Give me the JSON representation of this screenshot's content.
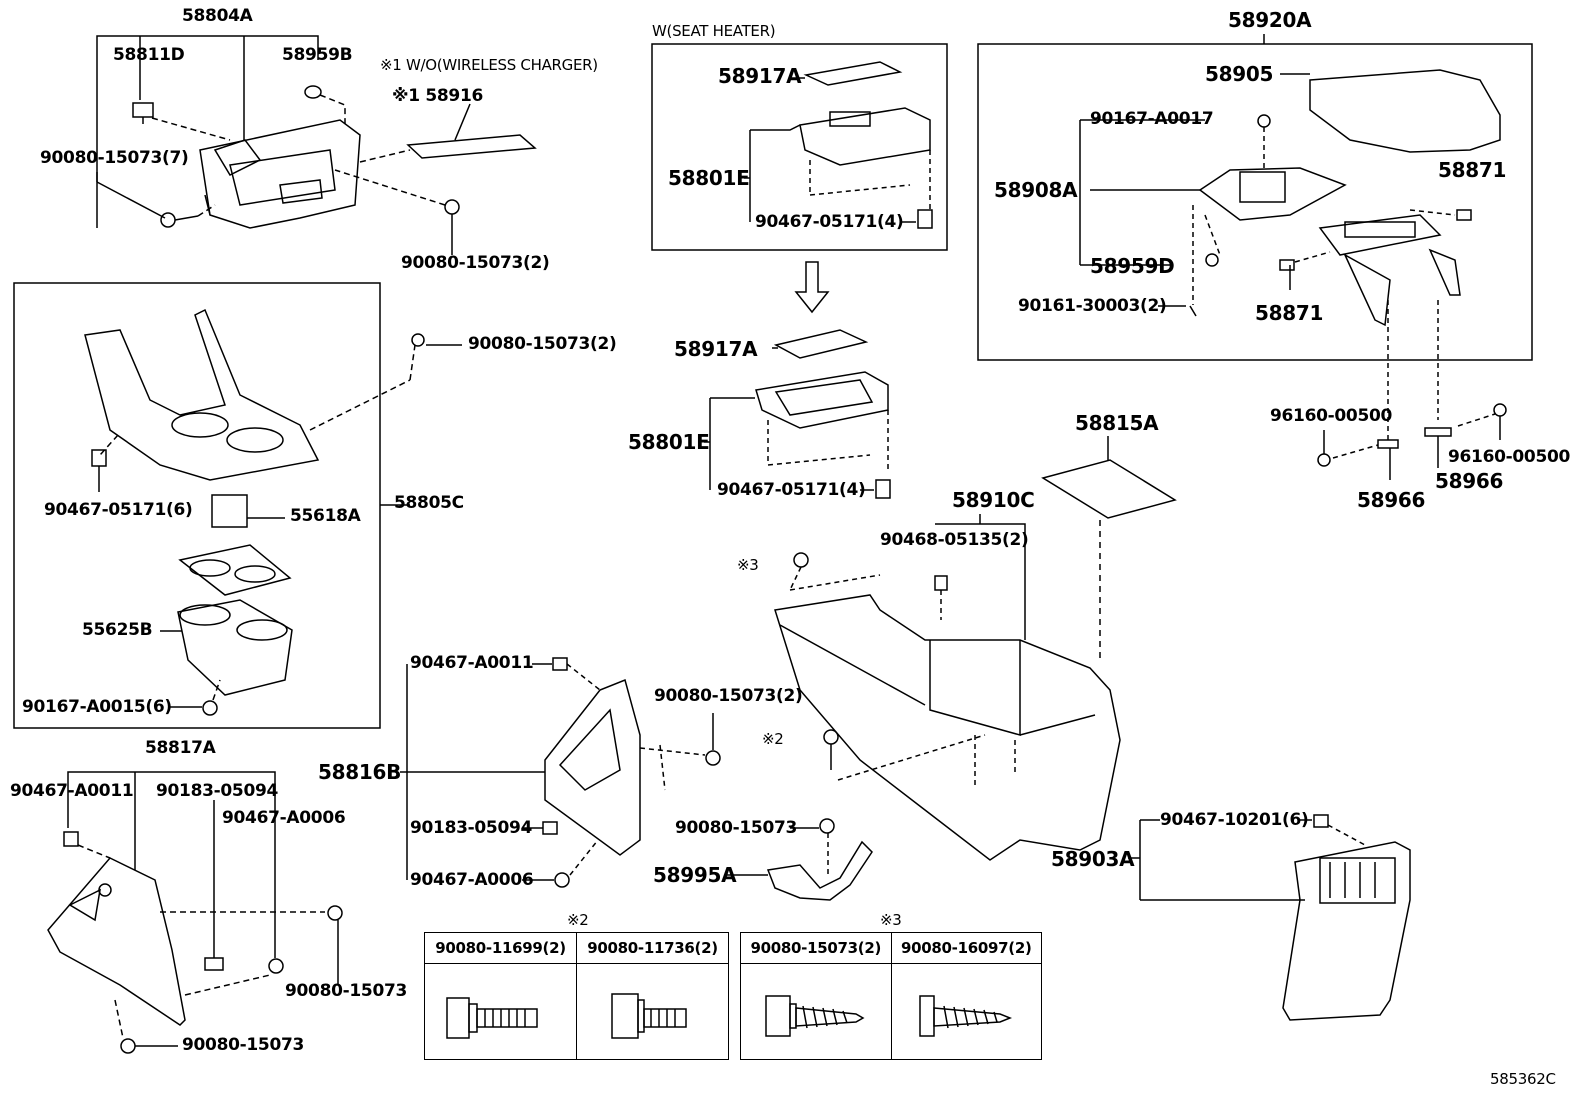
{
  "figure_code": "585362C",
  "groups": {
    "seat_heater_title": "W(SEAT HEATER)",
    "wireless_note": "※1 W/O(WIRELESS CHARGER)",
    "note1_part": "※1 58916",
    "note2_title": "※2",
    "note3_title": "※3",
    "note3_marker": "※3",
    "note2_marker": "※2"
  },
  "parts": {
    "p58804A": "58804A",
    "p58811D": "58811D",
    "p58959B": "58959B",
    "p90080_15073_7": "90080-15073(7)",
    "p90080_15073_2a": "90080-15073(2)",
    "p90080_15073_2b": "90080-15073(2)",
    "p90467_05171_6": "90467-05171(6)",
    "p55618A": "55618A",
    "p58805C": "58805C",
    "p55625B": "55625B",
    "p90167_A0015_6": "90167-A0015(6)",
    "p58817A": "58817A",
    "p90467_A0011_a": "90467-A0011",
    "p90183_05094_a": "90183-05094",
    "p90467_A0006_a": "90467-A0006",
    "p90080_15073_a": "90080-15073",
    "p90080_15073_b": "90080-15073",
    "p58917A_a": "58917A",
    "p58801E_a": "58801E",
    "p90467_05171_4a": "90467-05171(4)",
    "p58917A_b": "58917A",
    "p58801E_b": "58801E",
    "p90467_05171_4b": "90467-05171(4)",
    "p90467_A0011_b": "90467-A0011",
    "p90080_15073_2c": "90080-15073(2)",
    "p58816B": "58816B",
    "p90183_05094_b": "90183-05094",
    "p90467_A0006_b": "90467-A0006",
    "p90080_15073_c": "90080-15073",
    "p58995A": "58995A",
    "p58815A": "58815A",
    "p58910C": "58910C",
    "p90468_05135_2": "90468-05135(2)",
    "p58903A": "58903A",
    "p90467_10201_6": "90467-10201(6)",
    "p58920A": "58920A",
    "p58905": "58905",
    "p90167_A0017": "90167-A0017",
    "p58908A": "58908A",
    "p58871_a": "58871",
    "p58959D": "58959D",
    "p90161_30003_2": "90161-30003(2)",
    "p58871_b": "58871",
    "p96160_00500_a": "96160-00500",
    "p96160_00500_b": "96160-00500",
    "p58966_a": "58966",
    "p58966_b": "58966"
  },
  "fastener_tables": {
    "note2": [
      "90080-11699(2)",
      "90080-11736(2)"
    ],
    "note3": [
      "90080-15073(2)",
      "90080-16097(2)"
    ]
  }
}
